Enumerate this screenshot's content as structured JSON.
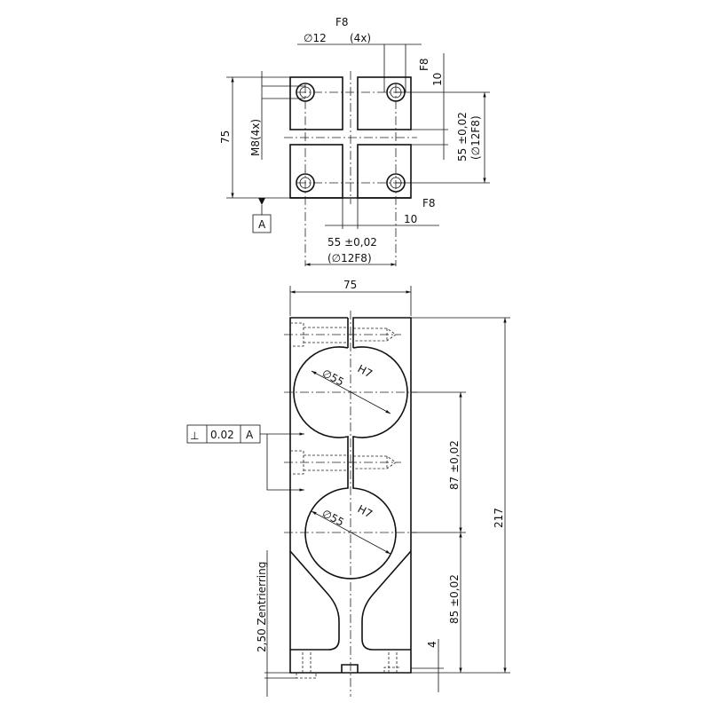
{
  "top_view": {
    "hole_fit": "F8",
    "hole_dia": "∅12",
    "hole_count": "(4x)",
    "right_fit": "F8",
    "right_gap": "10",
    "right_spacing": "55 ±0,02",
    "right_spacing_note": "(∅12F8)",
    "height": "75",
    "thread": "M8(4x)",
    "datum": "A",
    "bottom_fit": "F8",
    "bottom_gap": "10",
    "bottom_spacing": "55 ±0,02",
    "bottom_spacing_note": "(∅12F8)"
  },
  "front_view": {
    "width": "75",
    "total_height": "217",
    "bore1_dia": "∅55",
    "bore1_fit": "H7",
    "bore2_dia": "∅55",
    "bore2_fit": "H7",
    "bore_spacing": "87 ±0,02",
    "lower_spacing": "85 ±0,02",
    "flange": "4",
    "centering": "2,50 Zentrierring",
    "tolerance_frame": {
      "symbol": "⊥",
      "value": "0.02",
      "datum": "A"
    }
  }
}
